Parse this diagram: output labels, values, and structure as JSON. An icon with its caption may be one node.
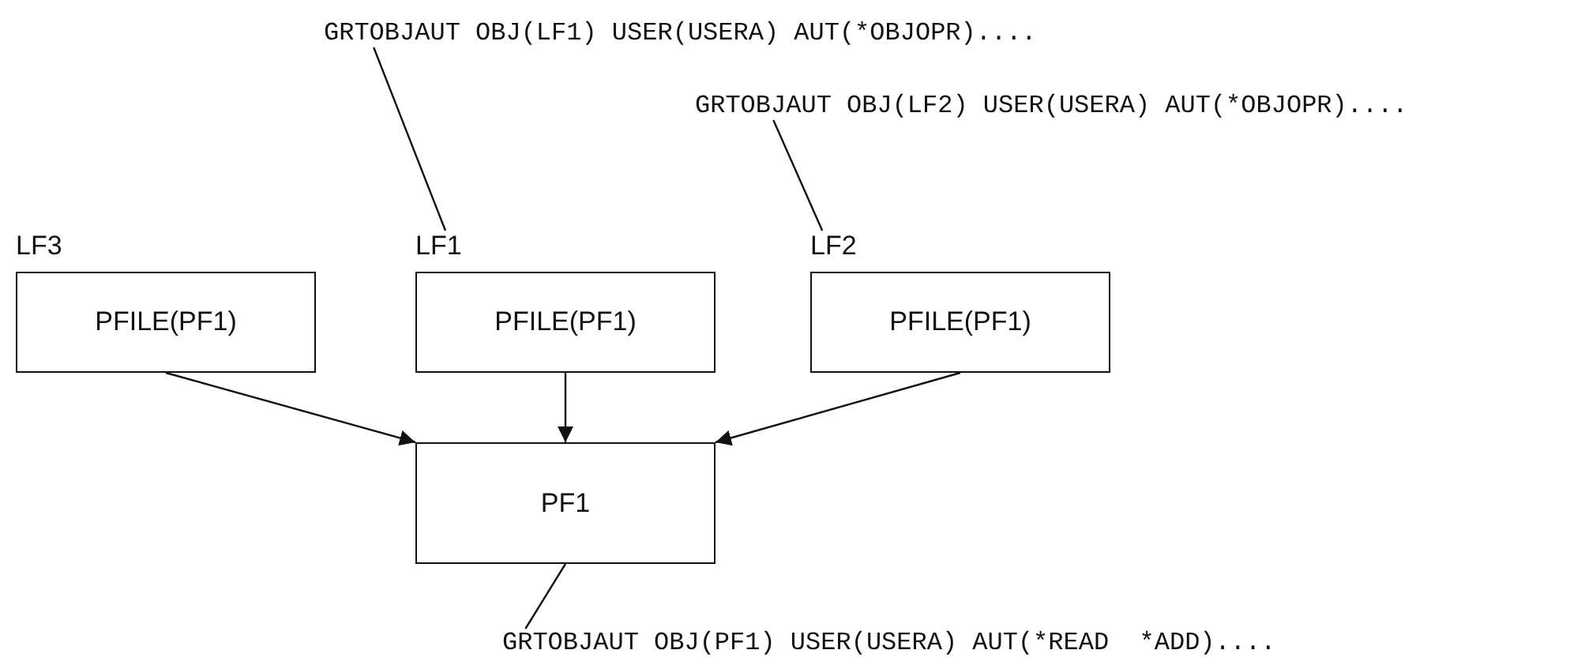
{
  "diagram": {
    "nodes": [
      {
        "text": [
          "GRTOBJAUT OBJ(LF1) USER(USERA) AUT(*OBJOPR)...."
        ]
      },
      {
        "text": [
          "GRTOBJAUT OBJ(LF2) USER(USERA) AUT(*OBJOPR)...."
        ]
      },
      {
        "text": [
          "LF3",
          "PFILE(PF1)"
        ]
      },
      {
        "text": [
          "LF1",
          "PFILE(PF1)"
        ]
      },
      {
        "text": [
          "LF2",
          "PFILE(PF1)"
        ]
      },
      {
        "text": [
          "PF1"
        ]
      },
      {
        "text": [
          "GRTOBJAUT OBJ(PF1) USER(USERA) AUT(*READ  *ADD)...."
        ]
      }
    ],
    "edges": [
      {
        "from": 0,
        "to": 3,
        "arrow": "none"
      },
      {
        "from": 1,
        "to": 4,
        "arrow": "none"
      },
      {
        "from": 2,
        "to": 5,
        "arrow": "to"
      },
      {
        "from": 3,
        "to": 5,
        "arrow": "to"
      },
      {
        "from": 4,
        "to": 5,
        "arrow": "to"
      },
      {
        "from": 6,
        "to": 5,
        "arrow": "none"
      }
    ]
  }
}
